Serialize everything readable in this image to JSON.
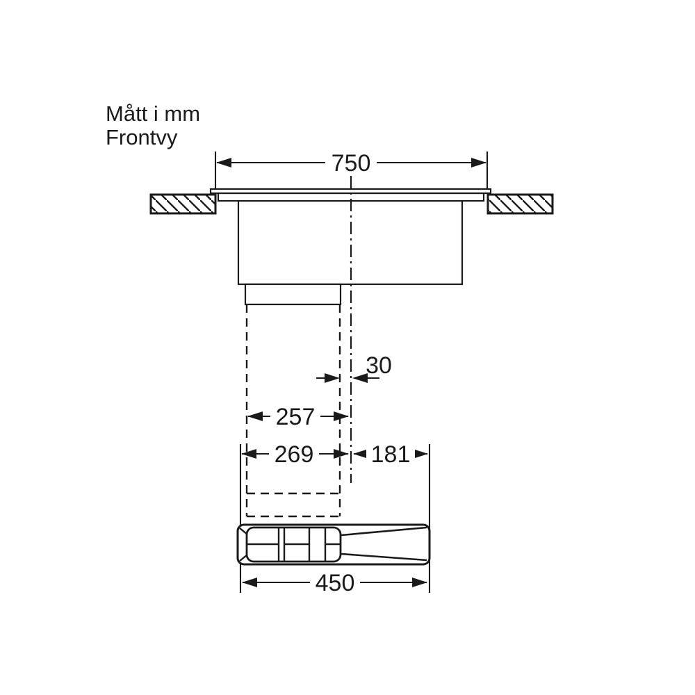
{
  "title": {
    "line1": "Mått i mm",
    "line2": "Frontvy"
  },
  "dimensions": {
    "hob_total_width": "750",
    "duct_center_offset": "30",
    "duct_inner_width": "257",
    "duct_left_of_center": "269",
    "duct_right_of_center": "181",
    "plinth_unit_length": "450"
  },
  "colors": {
    "line": "#1a1a1a",
    "background": "#ffffff"
  }
}
